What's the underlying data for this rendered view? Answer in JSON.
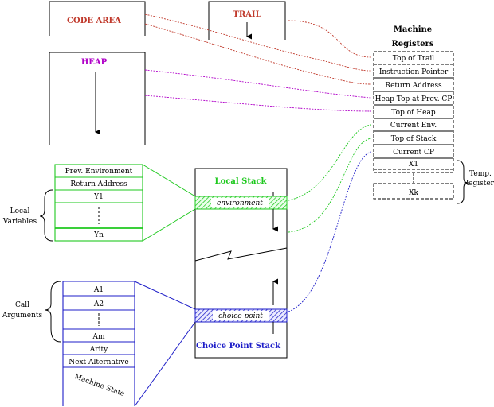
{
  "colors": {
    "red": "#c0392b",
    "magenta": "#b000c8",
    "green": "#1ec81e",
    "blue": "#1e1ec8",
    "black": "#000000"
  },
  "areas": {
    "code": "CODE AREA",
    "trail": "TRAIL",
    "heap": "HEAP"
  },
  "machine": {
    "title_line1": "Machine",
    "title_line2": "Registers",
    "registers": [
      "Top of Trail",
      "Instruction Pointer",
      "Return Address",
      "Heap Top at Prev. CP",
      "Top of Heap",
      "Current Env.",
      "Top of Stack",
      "Current CP",
      "X1",
      "Xk"
    ],
    "temp_line1": "Temp.",
    "temp_line2": "Registers"
  },
  "environment_frame": {
    "rows": [
      "Prev. Environment",
      "Return Address",
      "Y1",
      "Yn"
    ],
    "side_line1": "Local",
    "side_line2": "Variables"
  },
  "stack": {
    "local_label": "Local Stack",
    "env_label": "environment",
    "cp_label": "choice point",
    "cp_stack_label": "Choice Point Stack"
  },
  "choice_point_frame": {
    "rows": [
      "A1",
      "A2",
      "Am",
      "Arity",
      "Next Alternative"
    ],
    "machine_state": "Machine State",
    "side_line1": "Call",
    "side_line2": "Arguments"
  }
}
